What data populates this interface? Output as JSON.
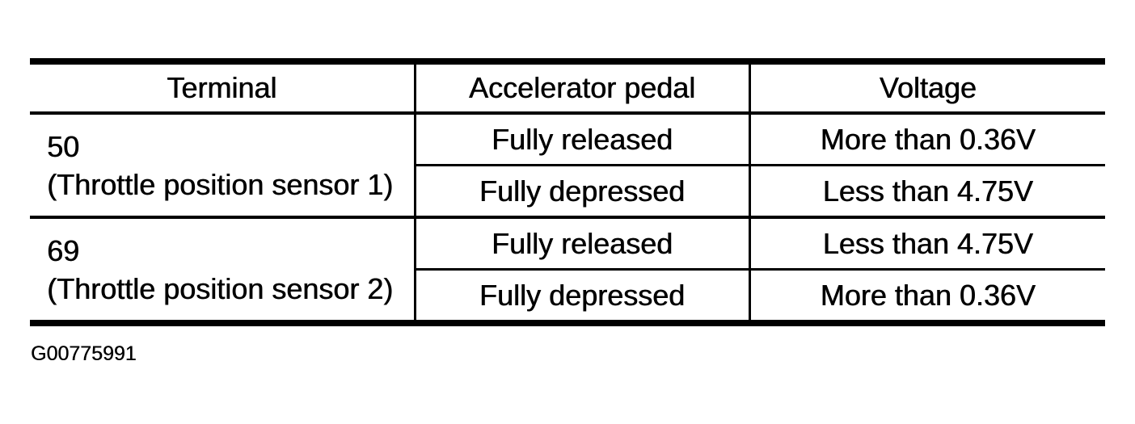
{
  "table": {
    "columns": [
      "Terminal",
      "Accelerator pedal",
      "Voltage"
    ],
    "groups": [
      {
        "terminal": "50",
        "note": "(Throttle position sensor 1)",
        "rows": [
          {
            "pedal": "Fully released",
            "voltage": "More than 0.36V"
          },
          {
            "pedal": "Fully depressed",
            "voltage": "Less than 4.75V"
          }
        ]
      },
      {
        "terminal": "69",
        "note": "(Throttle position sensor 2)",
        "rows": [
          {
            "pedal": "Fully released",
            "voltage": "Less than 4.75V"
          },
          {
            "pedal": "Fully depressed",
            "voltage": "More than 0.36V"
          }
        ]
      }
    ]
  },
  "caption": {
    "figure_id": "G00775991"
  },
  "colors": {
    "ink": "#000000",
    "paper": "#ffffff"
  }
}
